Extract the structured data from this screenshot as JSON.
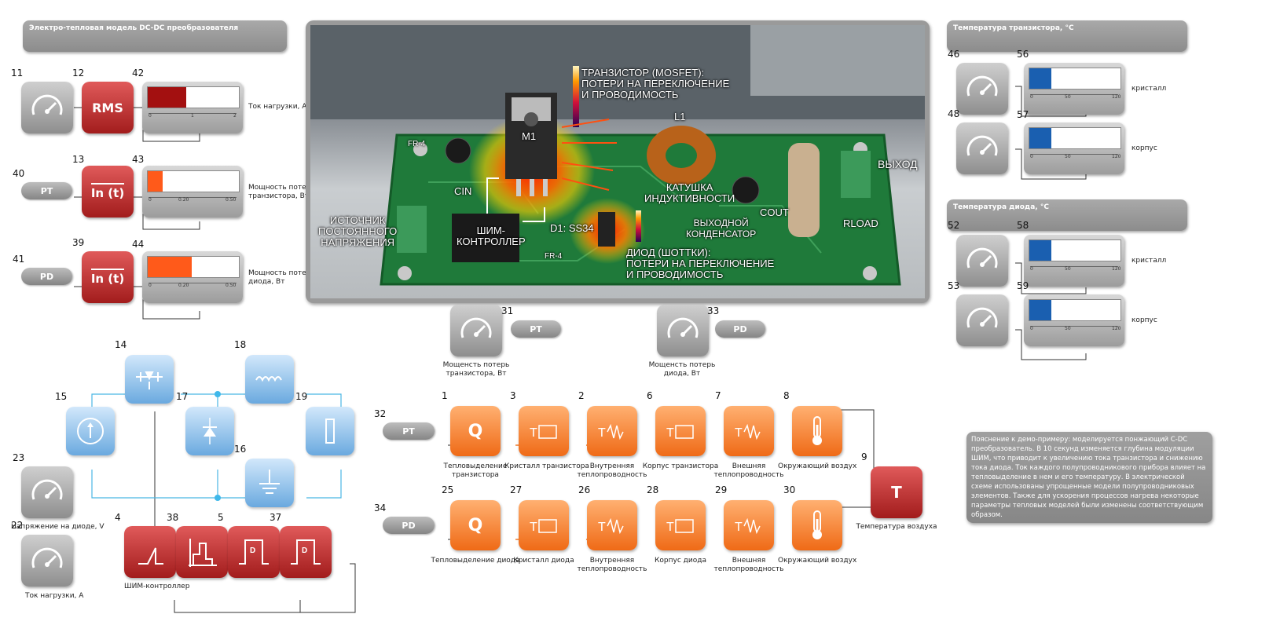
{
  "header_left": "Электро-тепловая модель DC-DC преобразователя",
  "header_transistor": "Температура транзистора, °С",
  "header_diode": "Температура диода, °С",
  "left_blocks": {
    "row1": {
      "n_gauge": "11",
      "n_block": "12",
      "n_meter": "42",
      "block_text": "RMS",
      "label": "Ток нагрузки, А",
      "ticks": [
        "0",
        "1",
        "2"
      ],
      "value_fraction": 0.42
    },
    "row2": {
      "n_pill": "40",
      "n_block": "13",
      "n_meter": "43",
      "pill": "PT",
      "block_text": "In (t)",
      "label": "Мощность потерь транзистора, Вт",
      "ticks": [
        "0",
        "0.20",
        "0.50"
      ],
      "value_fraction": 0.16
    },
    "row3": {
      "n_pill": "41",
      "n_block": "39",
      "n_meter": "44",
      "pill": "PD",
      "block_text": "In (t)",
      "label": "Мощность потерь диода, Вт",
      "ticks": [
        "0",
        "0.20",
        "0.50"
      ],
      "value_fraction": 0.48
    }
  },
  "temp_blocks": [
    {
      "n_gauge": "46",
      "n_meter": "56",
      "label": "кристалл",
      "ticks": [
        "0",
        "50",
        "120"
      ],
      "value_fraction": 0.24
    },
    {
      "n_gauge": "48",
      "n_meter": "57",
      "label": "корпус",
      "ticks": [
        "0",
        "50",
        "120"
      ],
      "value_fraction": 0.24
    },
    {
      "n_gauge": "52",
      "n_meter": "58",
      "label": "кристалл",
      "ticks": [
        "0",
        "50",
        "120"
      ],
      "value_fraction": 0.24
    },
    {
      "n_gauge": "53",
      "n_meter": "59",
      "label": "корпус",
      "ticks": [
        "0",
        "50",
        "120"
      ],
      "value_fraction": 0.24
    }
  ],
  "photo": {
    "mosfet_label": "ТРАНЗИСТОР (MOSFET):\nПОТЕРИ НА ПЕРЕКЛЮЧЕНИЕ\nИ ПРОВОДИМОСТЬ",
    "m1": "M1",
    "l1": "L1",
    "inductor": "КАТУШКА\nИНДУКТИВНОСТИ",
    "output": "ВЫХОД",
    "cin": "CIN",
    "cout": "COUT",
    "rload": "RLOAD",
    "source": "ИСТОЧНИК\nПОСТОЯННОГО\nНАПРЯЖЕНИЯ",
    "pwm": "ШИМ-\nКОНТРОЛЛЕР",
    "diode_ref": "D1: SS34",
    "out_cap": "ВЫХОДНОЙ\nКОНДЕНСАТОР",
    "diode_label": "ДИОД (ШОТТКИ):\nПОТЕРИ НА ПЕРЕКЛЮЧЕНИЕ\nИ ПРОВОДИМОСТЬ",
    "fr4": "FR-4",
    "chip": "SS34"
  },
  "mid_gauges": [
    {
      "n": "31",
      "pill": "PT",
      "label": "Мощенсть потерь\nтранзистора, Вт"
    },
    {
      "n": "33",
      "pill": "PD",
      "label": "Мощенсть потерь\nдиода, Вт"
    }
  ],
  "thermal_row1": {
    "n_pill": "32",
    "pill": "PT",
    "blocks": [
      {
        "n": "1",
        "sym": "Q",
        "label": "Тепловыделение\nтранзистора"
      },
      {
        "n": "3",
        "sym": "T",
        "label": "Кристалл транзистора"
      },
      {
        "n": "2",
        "sym": "T",
        "label": "Внутренняя\nтеплопроводность"
      },
      {
        "n": "6",
        "sym": "T",
        "label": "Корпус транзистора"
      },
      {
        "n": "7",
        "sym": "T",
        "label": "Внешняя\nтеплопроводность"
      },
      {
        "n": "8",
        "sym": "therm",
        "label": "Окружающий воздух"
      }
    ]
  },
  "thermal_row2": {
    "n_pill": "34",
    "pill": "PD",
    "blocks": [
      {
        "n": "25",
        "sym": "Q",
        "label": "Тепловыделение диода"
      },
      {
        "n": "27",
        "sym": "T",
        "label": "Кристалл диода"
      },
      {
        "n": "26",
        "sym": "T",
        "label": "Внутренняя\nтеплопроводность"
      },
      {
        "n": "28",
        "sym": "T",
        "label": "Корпус диода"
      },
      {
        "n": "29",
        "sym": "T",
        "label": "Внешняя\nтеплопроводность"
      },
      {
        "n": "30",
        "sym": "therm",
        "label": "Окружающий воздух"
      }
    ]
  },
  "air_temp": {
    "n": "9",
    "sym": "T",
    "label": "Температура воздуха"
  },
  "circuit": {
    "n14": "14",
    "n18": "18",
    "n15": "15",
    "n17": "17",
    "n19": "19",
    "n16": "16"
  },
  "bottom_left": {
    "n23": "23",
    "label23": "Напряжение на диоде, V",
    "n22": "22",
    "label22": "Ток нагрузки, А",
    "n4": "4",
    "n38": "38",
    "n5": "5",
    "n37": "37",
    "label4": "ШИМ-контроллер"
  },
  "note": "Пояснение к демо-примеру: моделируется понжающий С-DC преобразователь. В 10 секунд изменяется глубина модуляции ШИМ, что приводит к увеличению тока транзистора и снижению тока диода. Ток каждого полупроводникового прибора влияет на тепловыделение в нем и его температуру. В электрической схеме использованы упрощенные модели полупроводниковых элементов. Также для ускорения процессов нагрева некоторые параметры тепловых моделей были изменены соответствующим образом.",
  "colors": {
    "meter_dark_red": "#a31010",
    "meter_orange": "#ff5a1a",
    "meter_blue": "#1a5fb0",
    "orange_block": "#f07a2a",
    "red_block": "#c23030",
    "blue_block": "#8cc0ec"
  }
}
